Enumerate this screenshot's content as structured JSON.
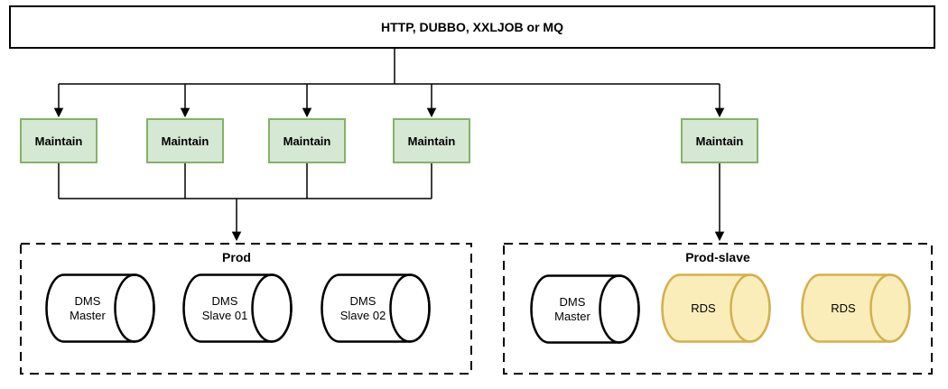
{
  "title_box": {
    "label": "HTTP, DUBBO, XXLJOB or MQ"
  },
  "maintain_boxes": [
    {
      "label": "Maintain"
    },
    {
      "label": "Maintain"
    },
    {
      "label": "Maintain"
    },
    {
      "label": "Maintain"
    },
    {
      "label": "Maintain"
    }
  ],
  "groups": [
    {
      "name": "Prod",
      "cylinders": [
        {
          "line1": "DMS",
          "line2": "Master",
          "style": "dms"
        },
        {
          "line1": "DMS",
          "line2": "Slave 01",
          "style": "dms"
        },
        {
          "line1": "DMS",
          "line2": "Slave 02",
          "style": "dms"
        }
      ]
    },
    {
      "name": "Prod-slave",
      "cylinders": [
        {
          "line1": "DMS",
          "line2": "Master",
          "style": "dms"
        },
        {
          "line1": "RDS",
          "line2": "",
          "style": "rds"
        },
        {
          "line1": "RDS",
          "line2": "",
          "style": "rds"
        }
      ]
    }
  ],
  "colors": {
    "background": "#FFFFFF",
    "line": "#000000",
    "maintain_fill": "#D5E8D4",
    "maintain_border": "#82B366",
    "dms_fill": "#FFFFFF",
    "dms_border": "#000000",
    "rds_fill": "#FBEDB9",
    "rds_border": "#D2B04C"
  }
}
